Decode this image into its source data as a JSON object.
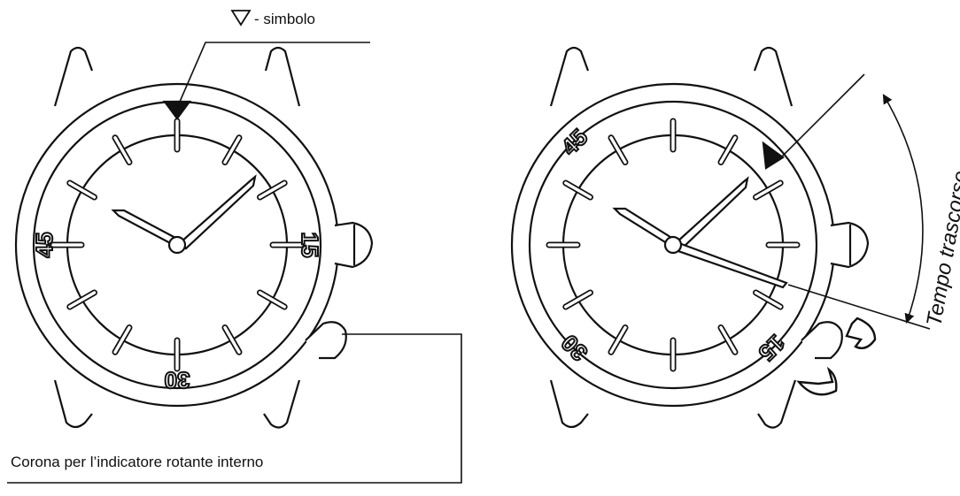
{
  "labels": {
    "symbol_label": "- simbolo",
    "crown_label": "Corona per l’indicatore rotante interno",
    "elapsed_label": "Tempo trascorso"
  },
  "bezel_left": {
    "n15": "15",
    "n30": "30",
    "n45": "45"
  },
  "bezel_right": {
    "n15": "15",
    "n30": "30",
    "n45": "45"
  },
  "icons": {
    "triangle": "triangle-symbol-icon",
    "rotation_arrow": "rotation-arrow-icon"
  }
}
